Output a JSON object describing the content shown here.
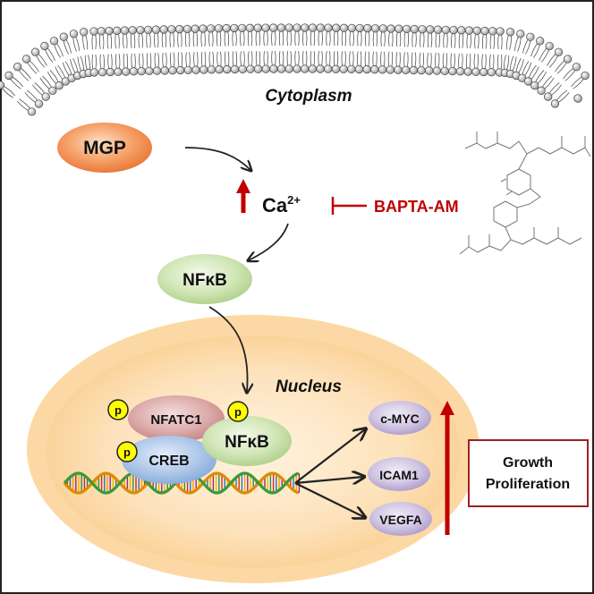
{
  "labels": {
    "cytoplasm": "Cytoplasm",
    "nucleus": "Nucleus",
    "mgp": "MGP",
    "ca_base": "Ca",
    "ca_charge": "2+",
    "bapta": "BAPTA-AM",
    "nfkb_cyto": "NFκB",
    "nfkb_nuc": "NFκB",
    "nfatc1": "NFATC1",
    "creb": "CREB",
    "phospho": "p",
    "cmyc": "c-MYC",
    "icam1": "ICAM1",
    "vegfa": "VEGFA",
    "outcome_line1": "Growth",
    "outcome_line2": "Proliferation"
  },
  "colors": {
    "inhibition_red": "#c00000",
    "mgp_orange": "#f08a4b",
    "nfkb_green": "#c5dea5",
    "nfatc1_pink": "#d49a9a",
    "creb_blue": "#9cbbe3",
    "gene_purple": "#c4b6d9",
    "phospho_yellow": "#ffff00",
    "nucleus_fill": "#fbd8a6"
  }
}
